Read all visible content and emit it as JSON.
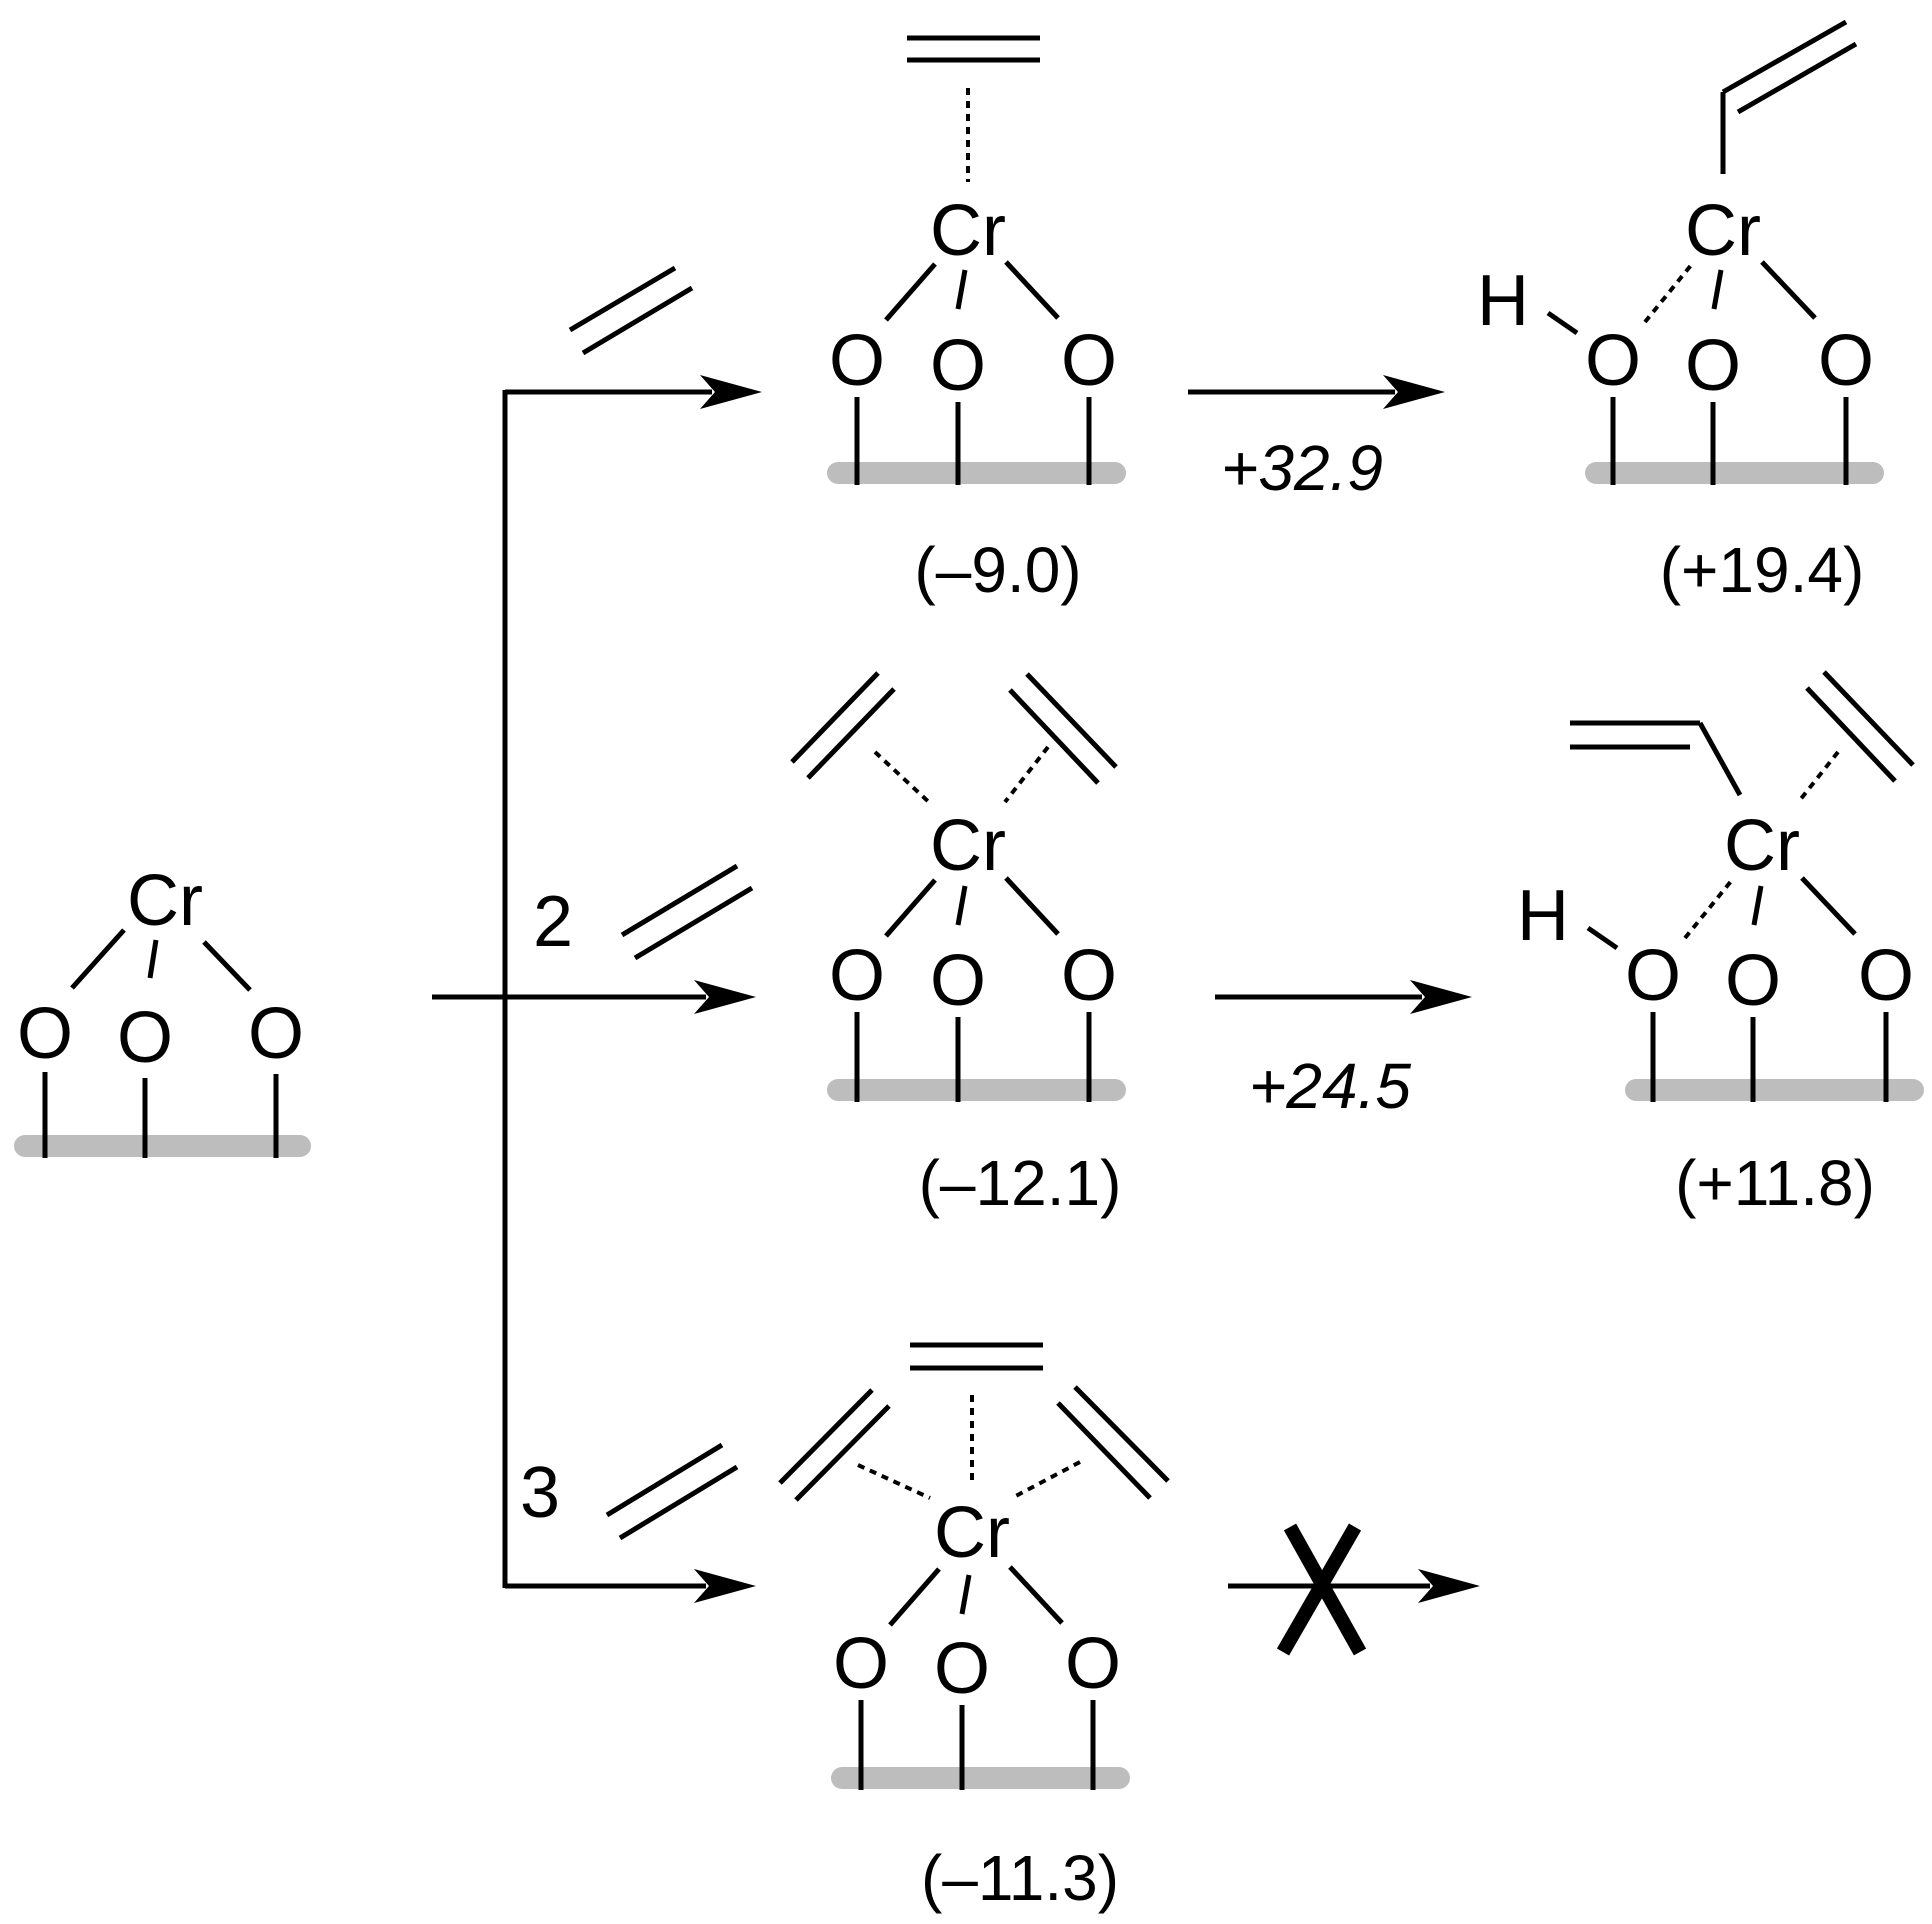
{
  "atoms": {
    "cr": "Cr",
    "o": "O",
    "h": "H"
  },
  "equivalents": {
    "two": "2",
    "three": "3"
  },
  "energies": {
    "mono_adduct": "(–9.0)",
    "mono_product": "(+19.4)",
    "bis_adduct": "(–12.1)",
    "bis_product": "(+11.8)",
    "tris_adduct": "(–11.3)"
  },
  "barriers": {
    "mono": "+32.9",
    "bis": "+24.5"
  },
  "colors": {
    "ink": "#000000",
    "surface": "#bdbdbd"
  },
  "icons": {
    "blocked": "blocked-reaction-cross"
  }
}
